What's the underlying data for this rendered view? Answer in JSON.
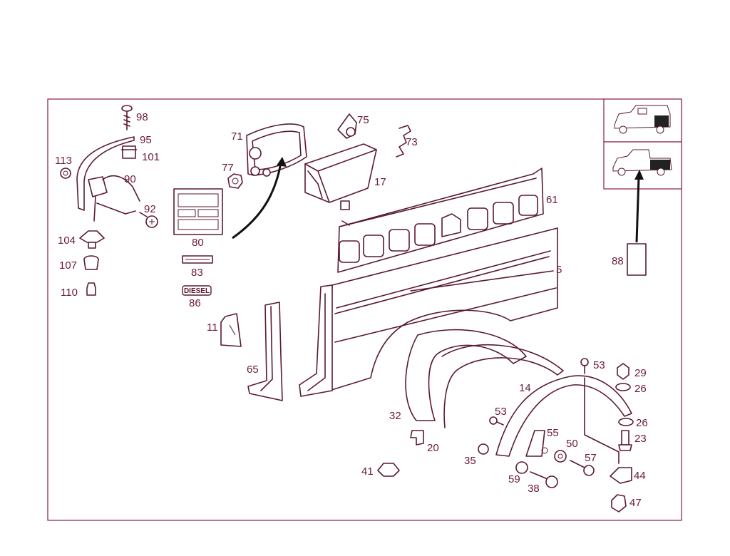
{
  "colors": {
    "line": "#5a1a2e",
    "label": "#6b1b36",
    "frame": "#8a1f3f",
    "arrow": "#111111"
  },
  "badges": {
    "diesel": "DIESEL"
  },
  "labels": {
    "p98": "98",
    "p95": "95",
    "p101": "101",
    "p113": "113",
    "p90": "90",
    "p92": "92",
    "p104": "104",
    "p107": "107",
    "p110": "110",
    "p71": "71",
    "p77": "77",
    "p80": "80",
    "p83": "83",
    "p86": "86",
    "p75": "75",
    "p73": "73",
    "p17": "17",
    "p61": "61",
    "p5": "5",
    "p11": "11",
    "p65": "65",
    "p32": "32",
    "p20": "20",
    "p35": "35",
    "p41": "41",
    "p14": "14",
    "p53a": "53",
    "p53b": "53",
    "p29": "29",
    "p26a": "26",
    "p26b": "26",
    "p23": "23",
    "p55": "55",
    "p50": "50",
    "p57": "57",
    "p59": "59",
    "p38": "38",
    "p44": "44",
    "p47": "47",
    "p88": "88"
  }
}
